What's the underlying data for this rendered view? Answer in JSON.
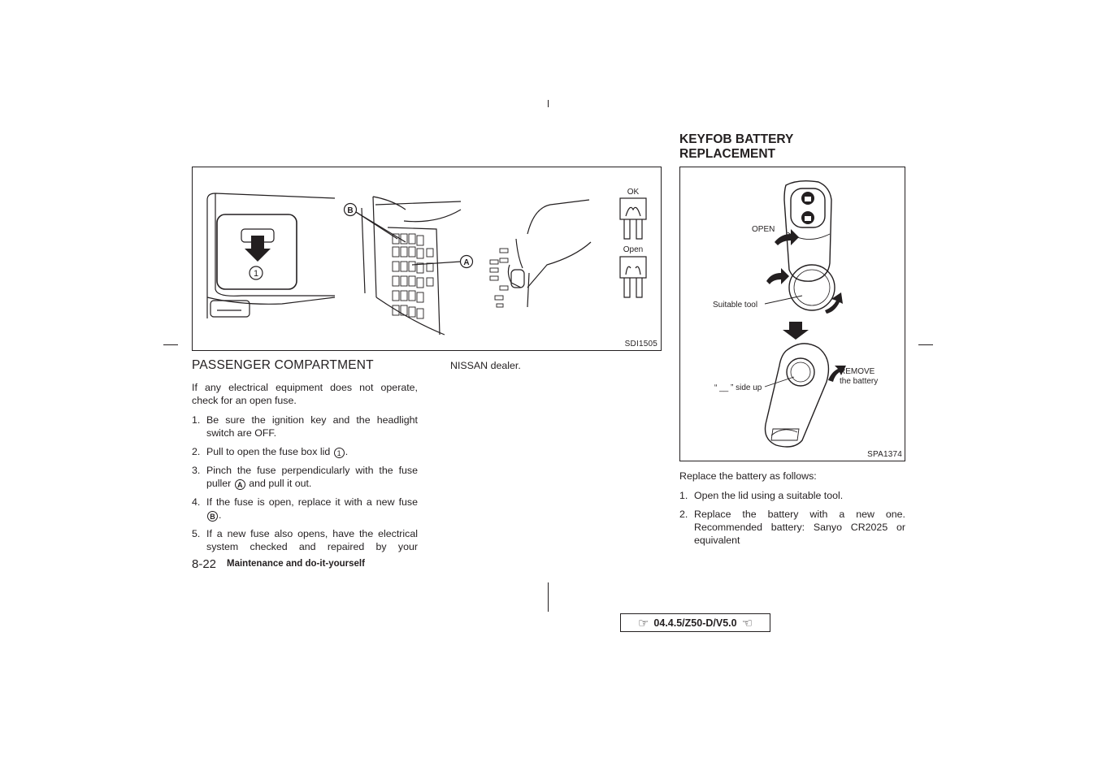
{
  "left_column": {
    "figure": {
      "code": "SDI1505",
      "labels": {
        "ok": "OK",
        "open": "Open",
        "callout_b": "B",
        "callout_a": "A",
        "callout_1": "1"
      }
    },
    "section_title": "PASSENGER COMPARTMENT",
    "intro": "If any electrical equipment does not operate, check for an open fuse.",
    "steps": [
      {
        "num": "1.",
        "text": "Be sure the ignition key and the headlight switch are OFF."
      },
      {
        "num": "2.",
        "text_before": "Pull to open the fuse box lid",
        "ref": "1",
        "text_after": "."
      },
      {
        "num": "3.",
        "text_before": "Pinch the fuse perpendicularly with the fuse puller",
        "ref": "A",
        "text_after": "and pull it out."
      },
      {
        "num": "4.",
        "text_before": "If the fuse is open, replace it with a new fuse",
        "ref": "B",
        "text_after": "."
      },
      {
        "num": "5.",
        "text": "If a new fuse also opens, have the electrical system checked and repaired by your"
      }
    ],
    "continuation": "NISSAN dealer."
  },
  "right_column": {
    "heading_line1": "KEYFOB BATTERY",
    "heading_line2": "REPLACEMENT",
    "figure": {
      "code": "SPA1374",
      "labels": {
        "open": "OPEN",
        "suitable_tool": "Suitable tool",
        "side_up": "“ __ ” side up",
        "remove_line1": "REMOVE",
        "remove_line2": "the battery"
      }
    },
    "intro": "Replace the battery as follows:",
    "steps": [
      {
        "num": "1.",
        "text": "Open the lid using a suitable tool."
      },
      {
        "num": "2.",
        "text": "Replace the battery with a new one. Recommended battery: Sanyo CR2025 or equivalent"
      }
    ]
  },
  "footer": {
    "page_number": "8-22",
    "section_label": "Maintenance and do-it-yourself",
    "doc_code": "04.4.5/Z50-D/V5.0",
    "hand_left": "☞",
    "hand_right": "☜"
  }
}
